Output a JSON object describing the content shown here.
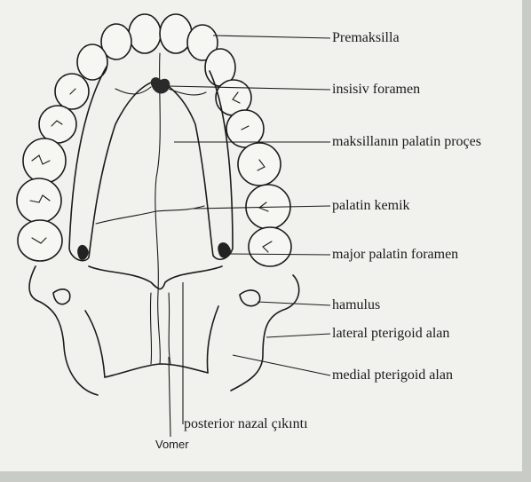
{
  "labels": {
    "premaksilla": "Premaksilla",
    "insisiv_foramen": "insisiv foramen",
    "maksillanin_palatin": "maksillanın palatin proçes",
    "palatin_kemik": "palatin kemik",
    "major_palatin_foramen": "major palatin foramen",
    "hamulus": "hamulus",
    "lateral_pterigoid": "lateral pterigoid alan",
    "medial_pterigoid": "medial pterigoid alan",
    "posterior_nazal": "posterior nazal çıkıntı",
    "vomer": "Vomer"
  },
  "colors": {
    "paper": "#f1f1ee",
    "ink": "#1b1b1b",
    "border": "#c9cbc7"
  }
}
